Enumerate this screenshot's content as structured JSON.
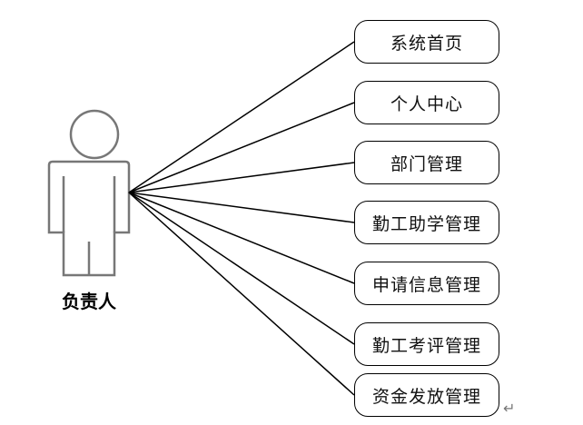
{
  "actor": {
    "label": "负责人"
  },
  "use_cases": [
    {
      "label": "系统首页"
    },
    {
      "label": "个人中心"
    },
    {
      "label": "部门管理"
    },
    {
      "label": "勤工助学管理"
    },
    {
      "label": "申请信息管理"
    },
    {
      "label": "勤工考评管理"
    },
    {
      "label": "资金发放管理"
    }
  ],
  "return_mark": "↵"
}
